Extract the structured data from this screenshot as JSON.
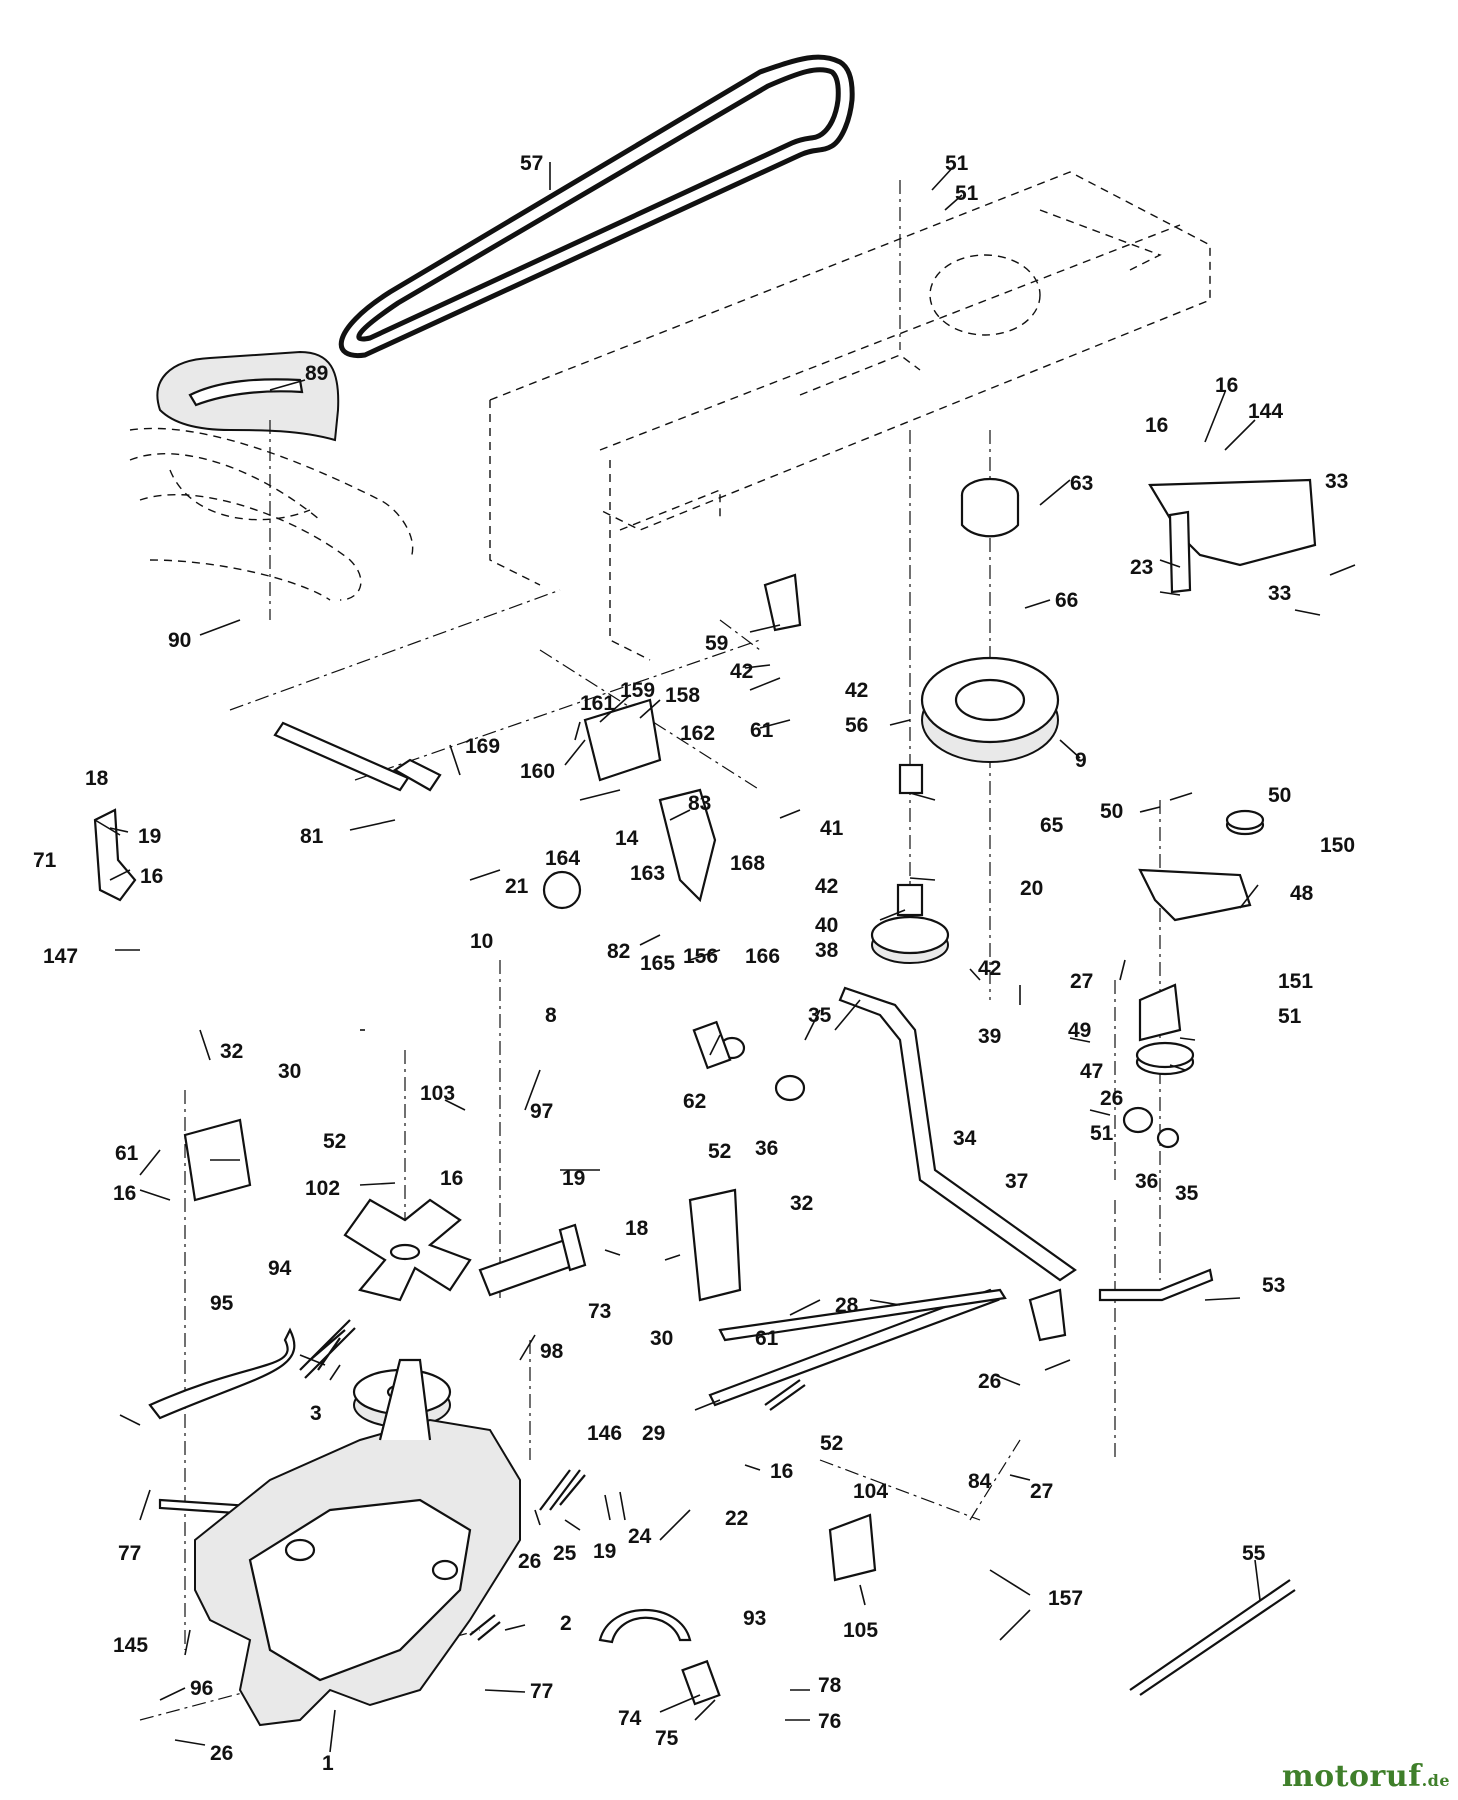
{
  "diagram": {
    "part_numbers": [
      "57",
      "51",
      "51",
      "89",
      "63",
      "16",
      "144",
      "16",
      "33",
      "23",
      "33",
      "66",
      "59",
      "42",
      "90",
      "42",
      "61",
      "56",
      "159",
      "158",
      "161",
      "9",
      "162",
      "169",
      "160",
      "83",
      "50",
      "50",
      "150",
      "18",
      "65",
      "41",
      "164",
      "14",
      "81",
      "19",
      "20",
      "71",
      "16",
      "163",
      "42",
      "168",
      "48",
      "21",
      "40",
      "147",
      "82",
      "156",
      "166",
      "10",
      "38",
      "42",
      "165",
      "27",
      "151",
      "8",
      "51",
      "49",
      "35",
      "39",
      "32",
      "30",
      "47",
      "26",
      "103",
      "97",
      "62",
      "36",
      "34",
      "61",
      "52",
      "51",
      "16",
      "52",
      "19",
      "102",
      "32",
      "37",
      "36",
      "35",
      "16",
      "18",
      "94",
      "73",
      "30",
      "61",
      "53",
      "95",
      "28",
      "98",
      "26",
      "3",
      "146",
      "29",
      "16",
      "22",
      "52",
      "27",
      "84",
      "104",
      "55",
      "77",
      "25",
      "19",
      "24",
      "26",
      "93",
      "157",
      "2",
      "145",
      "105",
      "96",
      "77",
      "78",
      "74",
      "76",
      "26",
      "1",
      "75"
    ]
  },
  "watermark": {
    "brand": "motoruf",
    "tld": ".de"
  }
}
